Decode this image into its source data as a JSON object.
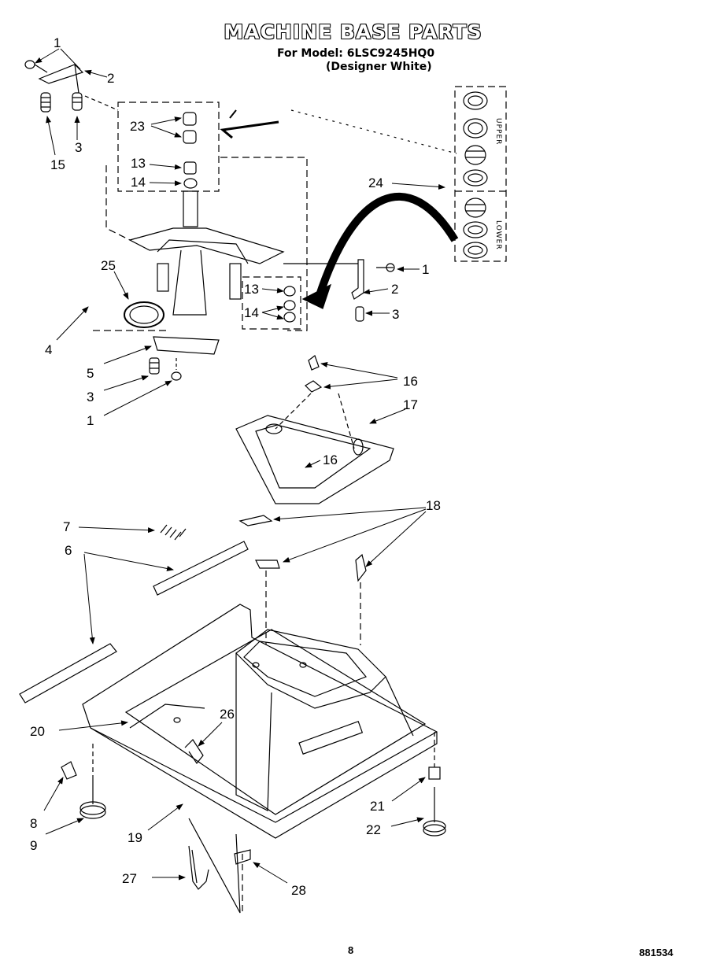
{
  "header": {
    "title": "MACHINE BASE PARTS",
    "model_line": "For Model: 6LSC9245HQ0",
    "color_line": "(Designer White)"
  },
  "callouts": {
    "c1a": "1",
    "c2a": "2",
    "c3a": "3",
    "c15": "15",
    "c23": "23",
    "c13a": "13",
    "c14a": "14",
    "c24": "24",
    "c25": "25",
    "c4": "4",
    "c13b": "13",
    "c14b": "14",
    "c1b": "1",
    "c2b": "2",
    "c3b": "3",
    "c5": "5",
    "c3c": "3",
    "c1c": "1",
    "c16a": "16",
    "c17": "17",
    "c16b": "16",
    "c18": "18",
    "c7": "7",
    "c6": "6",
    "c20": "20",
    "c26": "26",
    "c8": "8",
    "c9": "9",
    "c19": "19",
    "c21": "21",
    "c22": "22",
    "c27": "27",
    "c28": "28"
  },
  "kit_labels": {
    "upper": "UPPER",
    "lower": "LOWER"
  },
  "footer": {
    "page": "8",
    "code": "881534"
  }
}
